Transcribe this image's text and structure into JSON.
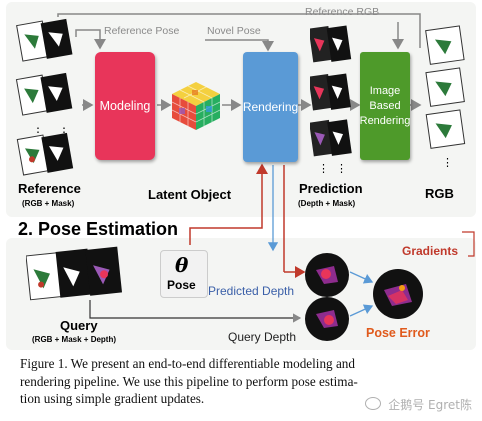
{
  "colors": {
    "modeling": "#e8355a",
    "rendering": "#5a9ad6",
    "ibr": "#4e9a2a",
    "pose_box_bg": "#f2f2f2",
    "arrow_gray": "#888888",
    "arrow_red": "#c0392b",
    "pred_depth_text": "#3a5fa8",
    "pose_error_text": "#e05a1c",
    "gradients_text": "#c0392b"
  },
  "top": {
    "reference_pose_label": "Reference Pose",
    "novel_pose_label": "Novel Pose",
    "reference_rgb_label": "Reference RGB",
    "modeling_label": "Modeling",
    "rendering_label": "Rendering",
    "ibr_label": "Image Based Rendering",
    "latent_object_label": "Latent Object",
    "reference_label": "Reference",
    "reference_sub": "(RGB + Mask)",
    "prediction_label": "Prediction",
    "prediction_sub": "(Depth + Mask)",
    "rgb_label": "RGB"
  },
  "pose_estimation": {
    "section_title": "2. Pose Estimation",
    "theta_symbol": "θ",
    "pose_label": "Pose",
    "predicted_depth_label": "Predicted Depth",
    "query_depth_label": "Query Depth",
    "query_label": "Query",
    "query_sub": "(RGB + Mask + Depth)",
    "pose_error_label": "Pose Error",
    "gradients_label": "Gradients"
  },
  "caption": {
    "line1": "Figure 1. We present an end-to-end differentiable modeling and",
    "line2": "rendering pipeline. We use this pipeline to perform pose estima-",
    "line3": "tion using simple gradient updates."
  },
  "watermark": "企鹅号 Egret陈",
  "icons": [
    "theta-icon",
    "cube-icon",
    "arrow-icon",
    "wechat-logo-icon"
  ]
}
